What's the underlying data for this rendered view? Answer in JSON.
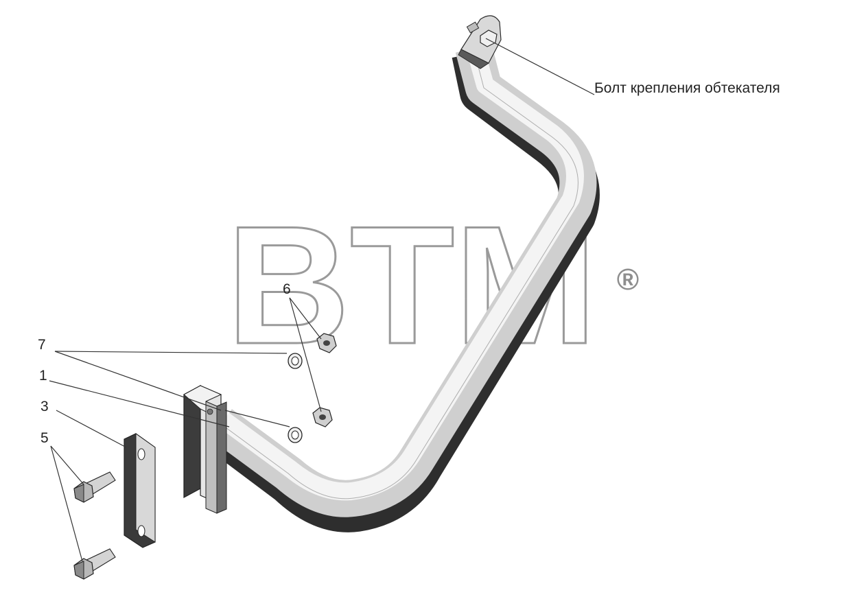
{
  "diagram": {
    "callouts": [
      {
        "id": "7",
        "label": "7"
      },
      {
        "id": "1",
        "label": "1"
      },
      {
        "id": "3",
        "label": "3"
      },
      {
        "id": "5",
        "label": "5"
      },
      {
        "id": "6",
        "label": "6"
      },
      {
        "id": "fairing-bolt",
        "label": "Болт крепления обтекателя"
      }
    ],
    "colors": {
      "tube_light": "#f4f4f4",
      "tube_mid": "#cfcfcf",
      "tube_dark": "#3a3a3a",
      "outline": "#2b2b2b",
      "watermark": "#9a9a9a"
    }
  },
  "watermark": {
    "text": "BTM",
    "mark": "®"
  }
}
